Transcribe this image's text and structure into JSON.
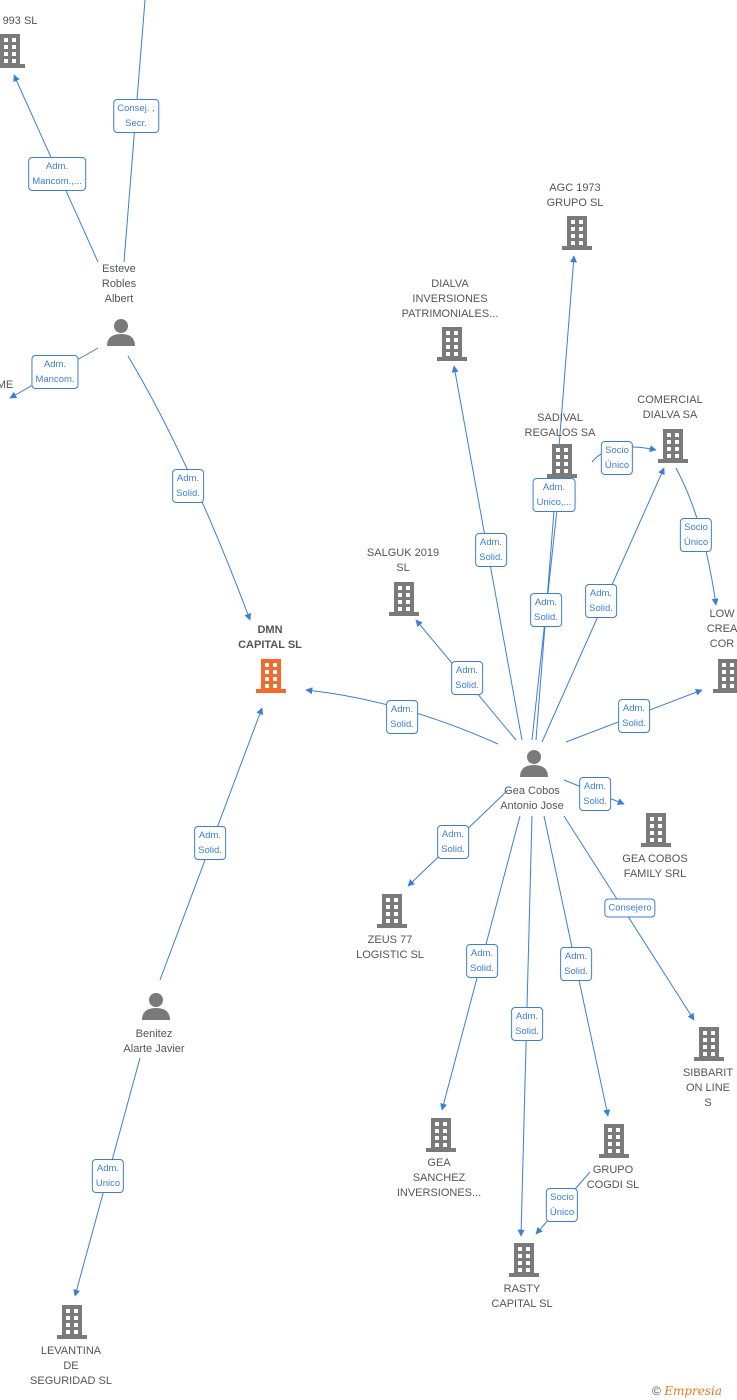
{
  "colors": {
    "edge": "#3b7fd4",
    "building": "#7a7a7a",
    "focus": "#f26a2e",
    "person": "#7a7a7a"
  },
  "nodes": {
    "top_left_company": {
      "label": "993  SL",
      "icon": "building-icon"
    },
    "esteve": {
      "label": "Esteve\nRobles\nAlbert",
      "icon": "person-icon"
    },
    "left_edge_company": {
      "label": "ME",
      "icon": ""
    },
    "dmn": {
      "label": "DMN\nCAPITAL  SL",
      "icon": "building-icon"
    },
    "benitez": {
      "label": "Benitez\nAlarte Javier",
      "icon": "person-icon"
    },
    "levantina": {
      "label": "LEVANTINA\nDE\nSEGURIDAD SL",
      "icon": "building-icon"
    },
    "agc": {
      "label": "AGC 1973\nGRUPO  SL",
      "icon": "building-icon"
    },
    "dialva_inv": {
      "label": "DIALVA\nINVERSIONES\nPATRIMONIALES...",
      "icon": "building-icon"
    },
    "sadival": {
      "label": "SADIVAL\nREGALOS SA",
      "icon": "building-icon"
    },
    "comercial": {
      "label": "COMERCIAL\nDIALVA SA",
      "icon": "building-icon"
    },
    "salguk": {
      "label": "SALGUK 2019\nSL",
      "icon": "building-icon"
    },
    "low": {
      "label": "LOW\nCREA\nCOR",
      "icon": "building-icon"
    },
    "gea": {
      "label": "Gea Cobos\nAntonio Jose",
      "icon": "person-icon"
    },
    "gea_family": {
      "label": "GEA COBOS\nFAMILY SRL",
      "icon": "building-icon"
    },
    "zeus": {
      "label": "ZEUS 77\nLOGISTIC  SL",
      "icon": "building-icon"
    },
    "sibbarit": {
      "label": "SIBBARIT\nON LINE  S",
      "icon": "building-icon"
    },
    "gea_sanchez": {
      "label": "GEA\nSANCHEZ\nINVERSIONES...",
      "icon": "building-icon"
    },
    "grupo_cogdi": {
      "label": "GRUPO\nCOGDI  SL",
      "icon": "building-icon"
    },
    "rasty": {
      "label": "RASTY\nCAPITAL  SL",
      "icon": "building-icon"
    }
  },
  "roles": {
    "consej_secr": "Consej. ,\nSecr.",
    "adm_mancom_1": "Adm.\nMancom.,...",
    "adm_mancom_2": "Adm.\nMancom.",
    "esteve_dmn": "Adm.\nSolid.",
    "benitez_dmn": "Adm.\nSolid.",
    "benitez_levantina": "Adm.\nUnico",
    "gea_dmn": "Adm.\nSolid.",
    "gea_dialva": "Adm.\nSolid.",
    "gea_agc": "Adm.\nUnico,...",
    "gea_sadival": "Adm.\nSolid.",
    "sadival_comercial": "Socio\nÚnico",
    "gea_comercial": "Adm.\nSolid.",
    "comercial_low": "Socio\nÚnico",
    "gea_salguk": "Adm.\nSolid.",
    "gea_low": "Adm.\nSolid.",
    "gea_family": "Adm.\nSolid.",
    "gea_zeus": "Adm.\nSolid.",
    "gea_sibbarit": "Consejero",
    "gea_sanchez": "Adm.\nSolid.",
    "gea_rasty": "Adm.\nSolid.",
    "gea_cogdi": "Adm.\nSolid.",
    "cogdi_rasty": "Socio\nÚnico"
  },
  "footer": {
    "copyright": "©",
    "brand": "Empresia"
  }
}
